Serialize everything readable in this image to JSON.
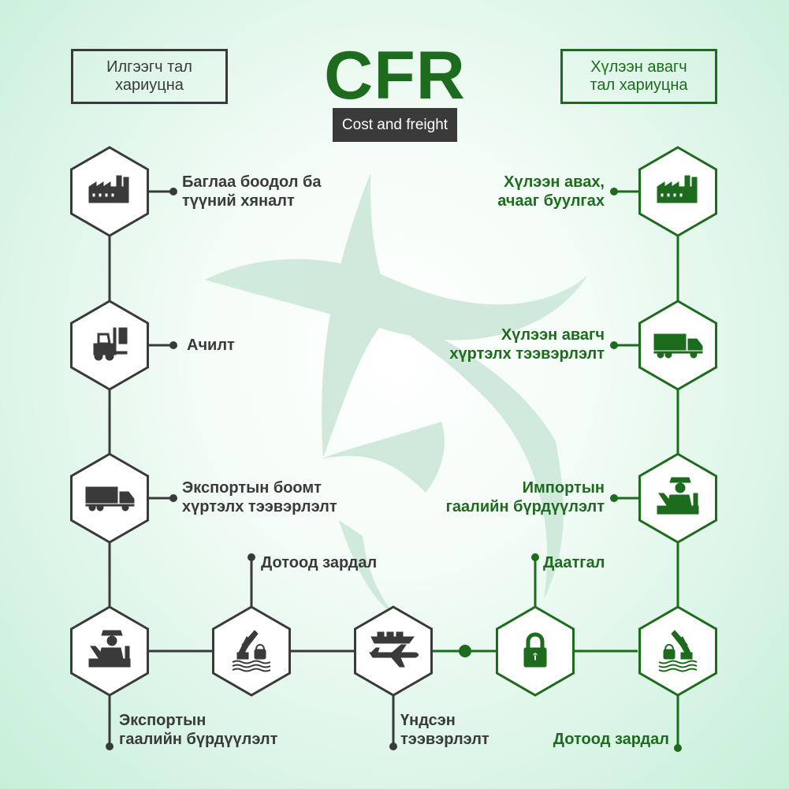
{
  "header": {
    "title": "CFR",
    "subtitle": "Cost and freight",
    "seller_box": [
      "Илгээгч тал",
      "хариуцна"
    ],
    "buyer_box": [
      "Хүлээн авагч",
      "тал хариуцна"
    ]
  },
  "steps": {
    "packaging": [
      "Баглаа боодол ба",
      "түүний хяналт"
    ],
    "loading": [
      "Ачилт"
    ],
    "export_transport": [
      "Экспортын боомт",
      "хүртэлх тээвэрлэлт"
    ],
    "export_customs": [
      "Экспортын",
      "гаалийн бүрдүүлэлт"
    ],
    "internal_cost_seller": [
      "Дотоод зардал"
    ],
    "main_transport": [
      "Үндсэн",
      "тээвэрлэлт"
    ],
    "insurance": [
      "Даатгал"
    ],
    "internal_cost_buyer": [
      "Дотоод зардал"
    ],
    "import_customs": [
      "Импортын",
      "гаалийн бүрдүүлэлт"
    ],
    "transport_to_buyer": [
      "Хүлээн авагч",
      "хүртэлх тээвэрлэлт"
    ],
    "receiving": [
      "Хүлээн авах,",
      "ачааг буулгах"
    ]
  },
  "icons": {
    "packaging": "factory-icon",
    "loading": "forklift-icon",
    "export_transport": "truck-icon",
    "export_customs": "customs-officer-icon",
    "internal_cost_seller": "port-crane-icon",
    "main_transport": "ship-plane-icon",
    "insurance": "padlock-icon",
    "internal_cost_buyer": "port-crane-icon",
    "import_customs": "customs-officer-icon",
    "transport_to_buyer": "truck-icon",
    "receiving": "factory-icon"
  },
  "colors": {
    "seller": "#3a3a3a",
    "buyer": "#1d6b1d",
    "watermark": "#c9e6d6",
    "background": "#d4f3e2"
  }
}
